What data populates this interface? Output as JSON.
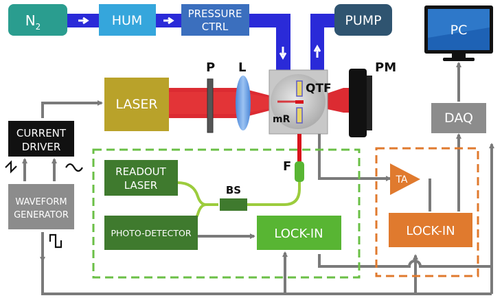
{
  "boxes": {
    "n2": "N",
    "n2_sub": "2",
    "hum": "HUM",
    "pressure_line1": "PRESSURE",
    "pressure_line2": "CTRL",
    "pump": "PUMP",
    "pc": "PC",
    "laser": "LASER",
    "driver_line1": "CURRENT",
    "driver_line2": "DRIVER",
    "waveform_line1": "WAVEFORM",
    "waveform_line2": "GENERATOR",
    "readout_line1": "READOUT",
    "readout_line2": "LASER",
    "photodetector": "PHOTO-DETECTOR",
    "lockin_green": "LOCK-IN",
    "lockin_orange": "LOCK-IN",
    "daq": "DAQ",
    "ta": "TA",
    "bs": "BS"
  },
  "labels": {
    "p": "P",
    "l": "L",
    "pm": "PM",
    "qtf": "QTF",
    "mr": "mR",
    "f": "F"
  },
  "colors": {
    "teal": "#2a9d8f",
    "light_blue": "#35a6dc",
    "mid_blue": "#3b6fbe",
    "gas_line": "#2a2ad8",
    "dark_slate": "#2f5470",
    "laser_olive": "#b9a22a",
    "beam_red": "#d8141c",
    "black_box": "#111111",
    "gray_box": "#8c8c8c",
    "dark_green": "#3f7a2e",
    "bright_green": "#58b533",
    "fiber_green": "#9ccc3d",
    "dash_green": "#6abf45",
    "orange": "#e07a2e",
    "wire_gray": "#7a7a7a"
  }
}
